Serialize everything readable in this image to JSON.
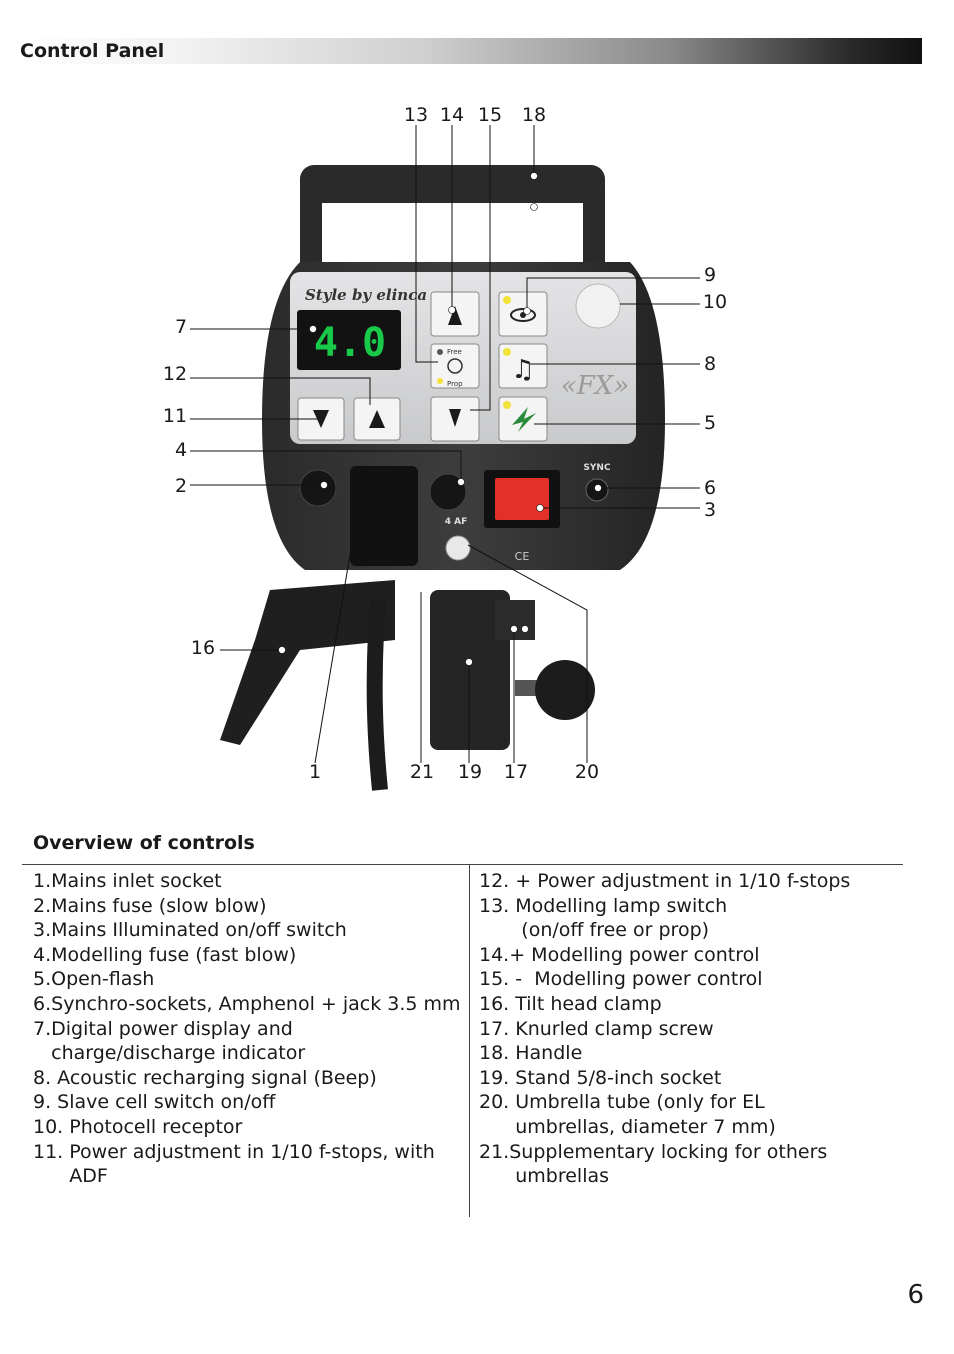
{
  "header": {
    "title": "Control Panel"
  },
  "figure": {
    "brand_text": "Style by elinca",
    "display_value": "4.0",
    "fx_label": "«FX»",
    "modelling_labels": [
      "Free",
      "Prop"
    ],
    "sync_label": "SYNC",
    "fuse_label": "4 AF",
    "ce_label": "CE",
    "callouts_top": [
      "13",
      "14",
      "15",
      "18"
    ],
    "callouts_left": [
      "7",
      "12",
      "11",
      "4",
      "2",
      "16"
    ],
    "callouts_right": [
      "9",
      "10",
      "8",
      "5",
      "6",
      "3"
    ],
    "callouts_bottom": [
      "1",
      "21",
      "19",
      "17",
      "20"
    ]
  },
  "overview": {
    "title": "Overview of controls",
    "left_items": [
      "1.Mains inlet socket",
      "2.Mains fuse (slow blow)",
      "3.Mains Illuminated on/off switch",
      "4.Modelling fuse (fast blow)",
      "5.Open-flash",
      "6.Synchro-sockets, Amphenol + jack 3.5 mm",
      "7.Digital power display and",
      "   charge/discharge indicator",
      "8. Acoustic recharging signal (Beep)",
      "9. Slave cell switch on/off",
      "10. Photocell receptor",
      "11. Power adjustment in 1/10 f-stops, with",
      "      ADF"
    ],
    "right_items": [
      "12. + Power adjustment in 1/10 f-stops",
      "13. Modelling lamp switch",
      "       (on/off free or prop)",
      "14.+ Modelling power control",
      "15. -  Modelling power control",
      "16. Tilt head clamp",
      "17. Knurled clamp screw",
      "18. Handle",
      "19. Stand 5/8-inch socket",
      "20. Umbrella tube (only for EL",
      "      umbrellas, diameter 7 mm)",
      "21.Supplementary locking for others",
      "      umbrellas"
    ]
  },
  "page": {
    "number": "6"
  },
  "colors": {
    "display_digits": "#19c94a",
    "switch_red": "#e3312a",
    "indicator_yellow": "#f2e23a"
  }
}
